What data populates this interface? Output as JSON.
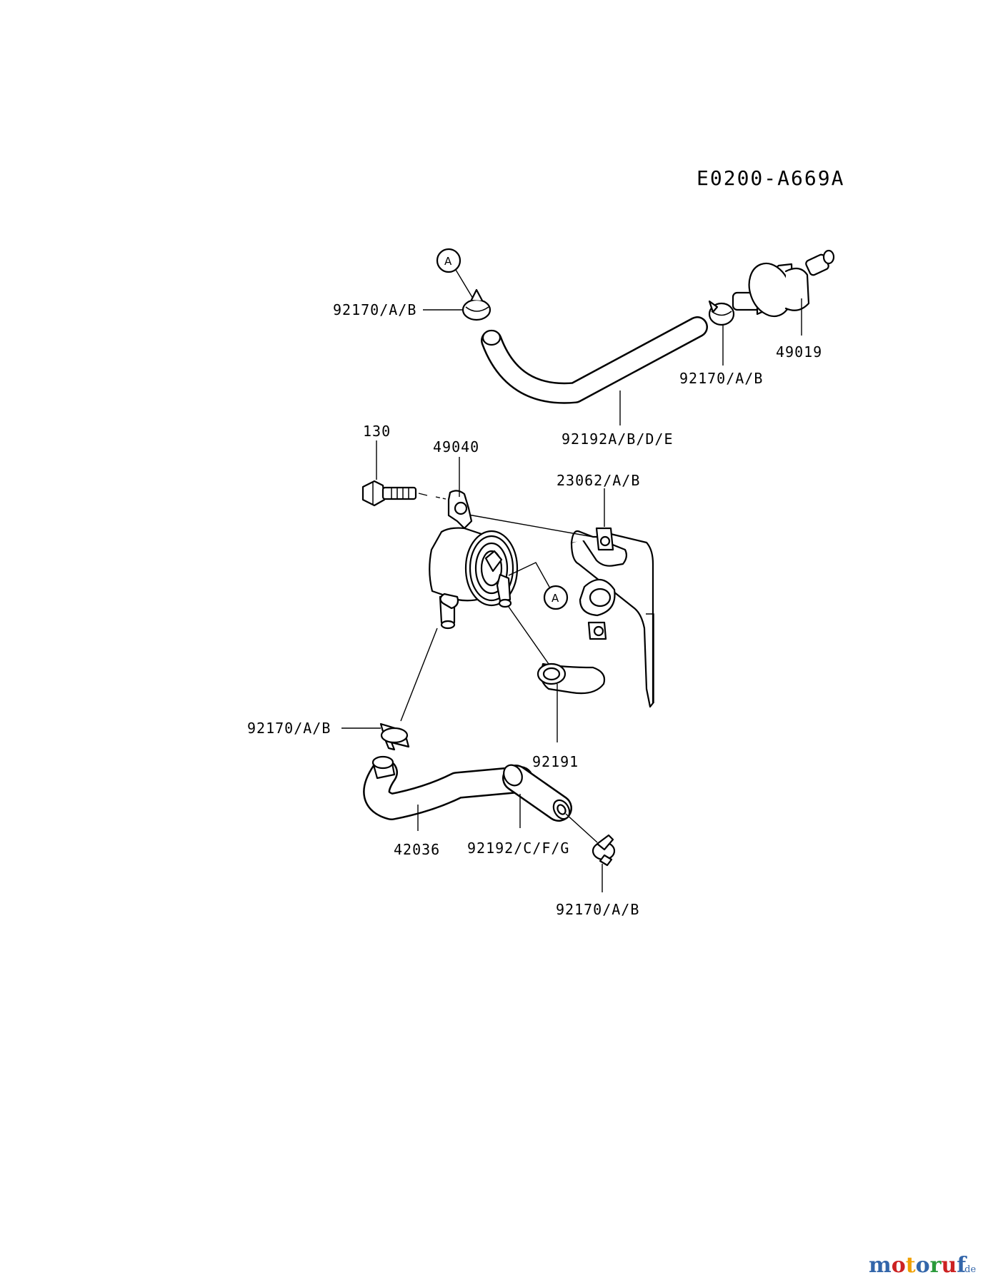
{
  "diagram_code": "E0200-A669A",
  "callout_letter": "A",
  "labels": {
    "clamp_top_left": "92170/A/B",
    "clamp_top_right": "92170/A/B",
    "fuel_filter": "49019",
    "hose_top": "92192A/B/D/E",
    "bolt": "130",
    "fuel_pump": "49040",
    "bracket": "23062/A/B",
    "clamp_middle": "92170/A/B",
    "cap": "92191",
    "pipe": "42036",
    "hose_bottom": "92192/C/F/G",
    "clamp_bottom": "92170/A/B"
  },
  "watermark": {
    "letters": [
      "m",
      "o",
      "t",
      "o",
      "r",
      "u",
      "f"
    ],
    "colors": [
      "#3366aa",
      "#cc2222",
      "#f0a000",
      "#3366aa",
      "#2a9a3a",
      "#cc2222",
      "#3366aa"
    ],
    "suffix": ".de"
  }
}
